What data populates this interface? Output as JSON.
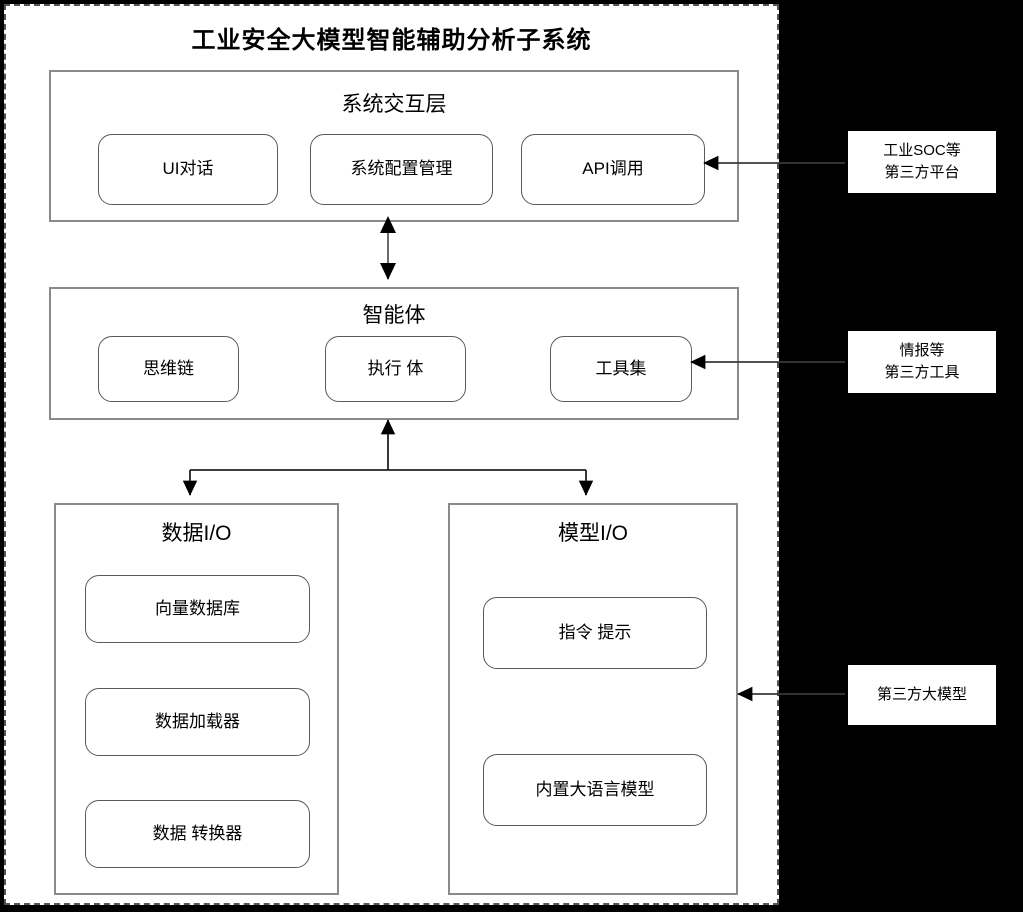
{
  "diagram": {
    "title": "工业安全大模型智能辅助分析子系统",
    "layers": [
      {
        "id": "interaction",
        "title": "系统交互层",
        "modules": [
          {
            "label": "UI对话"
          },
          {
            "label": "系统配置管理"
          },
          {
            "label": "API调用"
          }
        ]
      },
      {
        "id": "agent",
        "title": "智能体",
        "modules": [
          {
            "label": "思维链"
          },
          {
            "label": "执行 体"
          },
          {
            "label": "工具集"
          }
        ]
      },
      {
        "id": "data-io",
        "title": "数据I/O",
        "modules": [
          {
            "label": "向量数据库"
          },
          {
            "label": "数据加载器"
          },
          {
            "label": "数据 转换器"
          }
        ]
      },
      {
        "id": "model-io",
        "title": "模型I/O",
        "modules": [
          {
            "label": "指令 提示"
          },
          {
            "label": "内置大语言模型"
          }
        ]
      }
    ],
    "external": [
      {
        "id": "third-party-platform",
        "label": "工业SOC等\n第三方平台",
        "target": "API调用"
      },
      {
        "id": "third-party-tools",
        "label": "情报等\n第三方工具",
        "target": "工具集"
      },
      {
        "id": "third-party-llm",
        "label": "第三方大模型",
        "target": "模型I/O"
      }
    ],
    "connectors": [
      {
        "id": "interaction-agent",
        "type": "double-arrow-vertical",
        "from": "系统交互层",
        "to": "智能体"
      },
      {
        "id": "agent-data-io",
        "type": "arrow",
        "from": "智能体",
        "to": "数据I/O"
      },
      {
        "id": "agent-model-io",
        "type": "arrow",
        "from": "智能体",
        "to": "模型I/O"
      }
    ],
    "colors": {
      "background": "#000000",
      "panel": "#ffffff",
      "frame_border": "#555555",
      "layer_border": "#8a8a8a",
      "module_border": "#5a5a5a",
      "text": "#000000"
    }
  }
}
